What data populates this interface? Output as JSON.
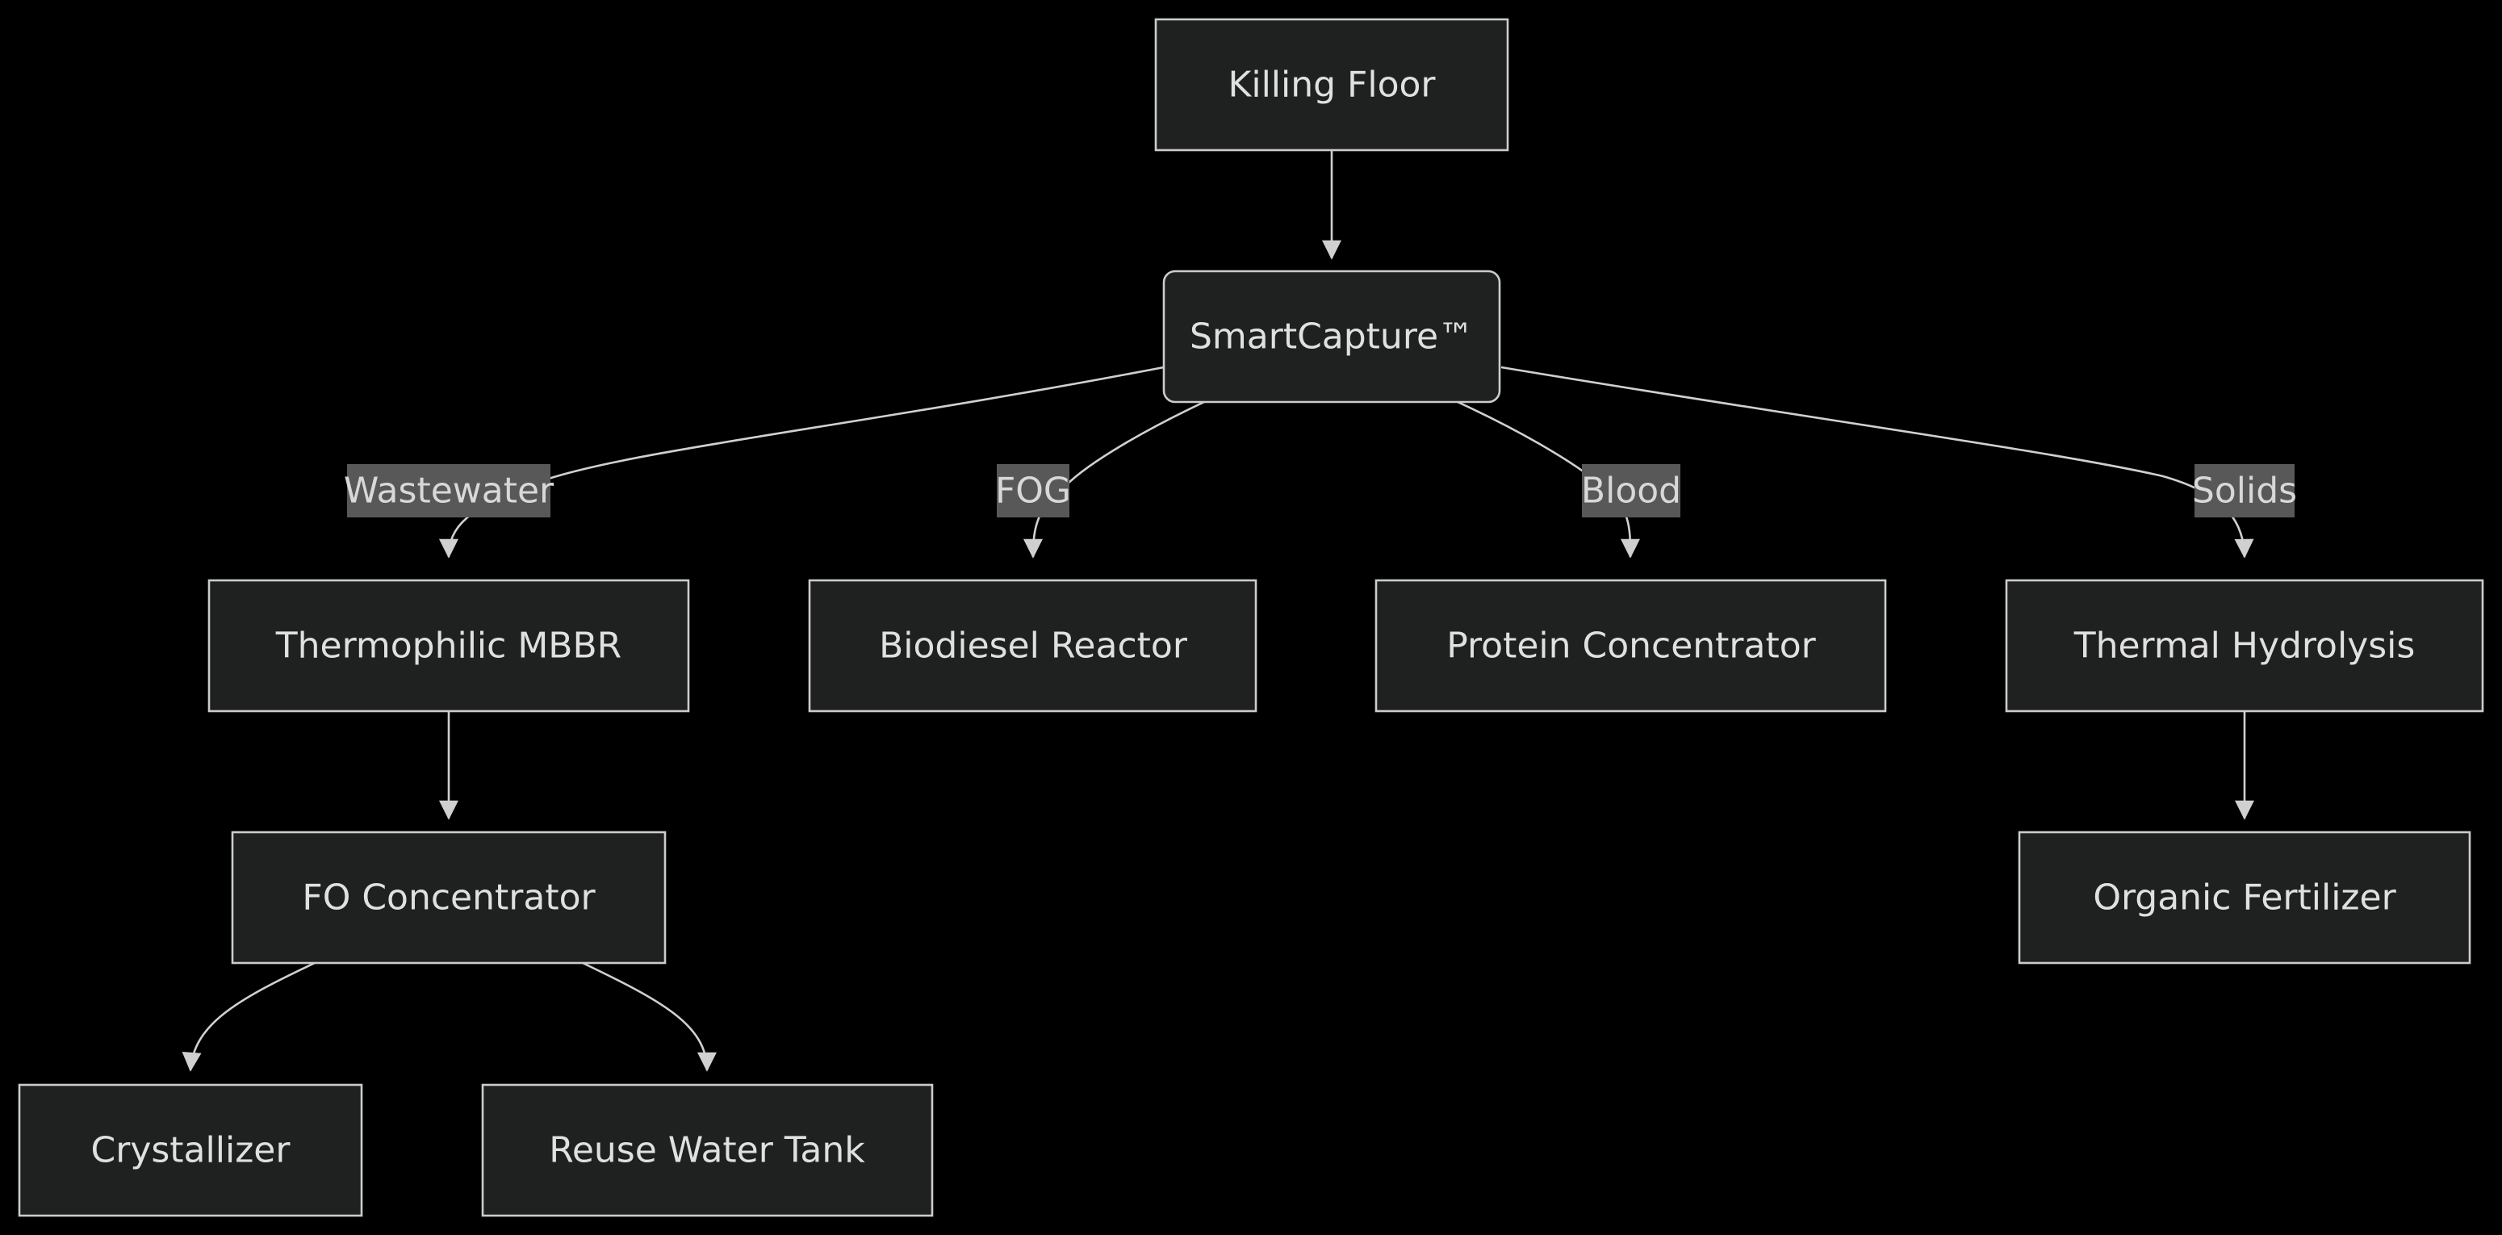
{
  "diagram": {
    "nodes": {
      "killing_floor": "Killing Floor",
      "smartcapture": "SmartCapture™",
      "thermophilic_mbbr": "Thermophilic MBBR",
      "biodiesel_reactor": "Biodiesel Reactor",
      "protein_concentrator": "Protein Concentrator",
      "thermal_hydrolysis": "Thermal Hydrolysis",
      "fo_concentrator": "FO Concentrator",
      "organic_fertilizer": "Organic Fertilizer",
      "crystallizer": "Crystallizer",
      "reuse_water_tank": "Reuse Water Tank"
    },
    "edge_labels": {
      "wastewater": "Wastewater",
      "fog": "FOG",
      "blood": "Blood",
      "solids": "Solids"
    },
    "colors": {
      "background": "#000000",
      "node_fill": "#1f2020",
      "node_stroke": "#cccccc",
      "edge": "#d0d0d0",
      "label_bg": "#585858",
      "text": "#e0e0e0"
    }
  }
}
